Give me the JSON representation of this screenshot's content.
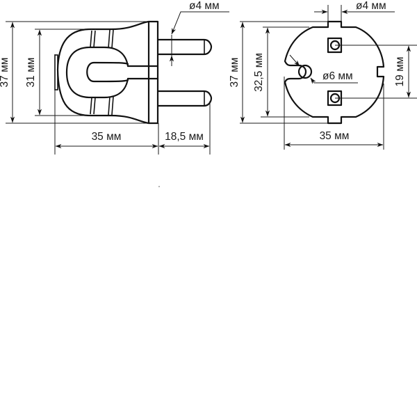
{
  "diagram": {
    "title": "Plug dimensions drawing",
    "colors": {
      "line": "#111111",
      "background": "#ffffff"
    },
    "side_view": {
      "labels": {
        "total_height": "37 мм",
        "body_height": "31 мм",
        "body_length": "35 мм",
        "pin_length": "18,5 мм",
        "pin_diameter": "ø4 мм"
      }
    },
    "front_view": {
      "labels": {
        "total_height": "37 мм",
        "body_height": "32,5 мм",
        "width": "35 мм",
        "pin_spacing": "19 мм",
        "pin_diameter": "ø4 мм",
        "cable_hole_diameter": "ø6 мм"
      }
    }
  }
}
